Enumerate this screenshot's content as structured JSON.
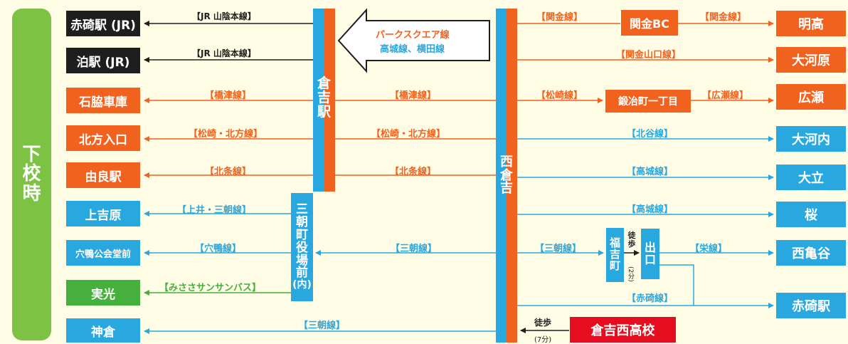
{
  "side_label": [
    "下",
    "校",
    "時"
  ],
  "hubs": {
    "kurayoshi_eki": [
      "倉",
      "吉",
      "駅"
    ],
    "nishi_kurayoshi": [
      "西",
      "倉",
      "吉"
    ],
    "sancho": [
      "三",
      "朝",
      "町",
      "役",
      "場",
      "前",
      "(内)"
    ],
    "fukuyoshi": [
      "福",
      "吉",
      "町"
    ],
    "deguchi": [
      "出",
      "口"
    ]
  },
  "left_stops": [
    "赤碕駅 (JR)",
    "泊駅 (JR)",
    "石脇車庫",
    "北方入口",
    "由良駅",
    "上吉原",
    "穴鴨公会堂前",
    "実光",
    "神倉"
  ],
  "right_stops": [
    "明高",
    "大河原",
    "広瀬",
    "大河内",
    "大立",
    "桜",
    "西亀谷",
    "赤碕駅"
  ],
  "mid_stops": {
    "sekigane_bc": "関金BC",
    "kajimachi": "鍛冶町一丁目"
  },
  "school": "倉吉西高校",
  "park_arrow": {
    "line1": "パークスクエア線",
    "line2": "高城線、横田線"
  },
  "walk": {
    "label": "徒歩",
    "time_7": "(7分)",
    "time_2": "(2分)"
  },
  "lines": {
    "jr_1": "【JR 山陰本線】",
    "jr_2": "【JR 山陰本線】",
    "hashitsu_l": "【橋津線】",
    "hashitsu_r": "【橋津線】",
    "matsuzaki_hoppo_l": "【松崎・北方線】",
    "matsuzaki_hoppo_r": "【松崎・北方線】",
    "hojo_l": "【北条線】",
    "hojo_r": "【北条線】",
    "kamii_asahi": "【上井・三朝線】",
    "anakamo": "【穴鴨線】",
    "mimasa": "【みささサンサンバス】",
    "asahi_1": "【三朝線】",
    "asahi_2": "【三朝線】",
    "asahi_3": "【三朝線】",
    "sekigane_1": "【関金線】",
    "sekigane_2": "【関金線】",
    "sekigane_yamaguchi": "【関金山口線】",
    "matsuzaki": "【松崎線】",
    "hirose": "【広瀬線】",
    "hokutani": "【北谷線】",
    "takashiro_1": "【高城線】",
    "takashiro_2": "【高城線】",
    "sakae": "【栄線】",
    "akasaki": "【赤碕線】"
  },
  "colors": {
    "orange": "#f2621f",
    "blue": "#29a8e0",
    "green": "#46b03c",
    "black": "#1e1e1e",
    "red": "#e60d1e",
    "side": "#7cc243"
  }
}
